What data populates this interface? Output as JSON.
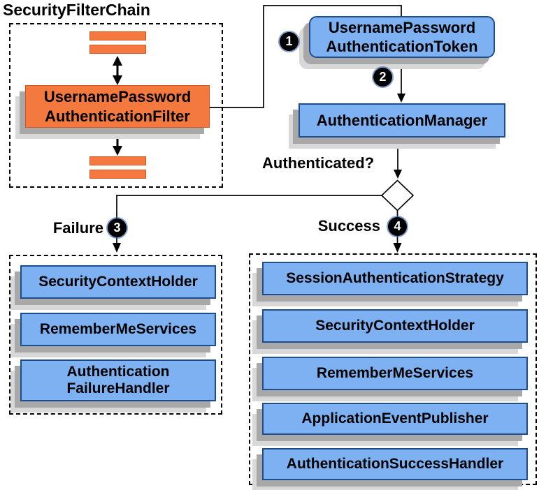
{
  "colors": {
    "blue_fill": "#7EB1F2",
    "blue_border": "#1D4C8F",
    "orange_fill": "#F4793F",
    "orange_border": "#D4531F",
    "shadow_dark": "#A8A8A8",
    "shadow_light": "#D8D8D8",
    "line": "#000000",
    "badge_bg": "#000000",
    "badge_text": "#FFFFFF"
  },
  "title": "SecurityFilterChain",
  "filter_chain": {
    "filter_node": "UsernamePassword\nAuthenticationFilter"
  },
  "token_node": "UsernamePassword\nAuthenticationToken",
  "manager_node": "AuthenticationManager",
  "question_label": "Authenticated?",
  "badges": {
    "step1": "1",
    "step2": "2"
  },
  "failure": {
    "label": "Failure",
    "badge": "3",
    "items": [
      "SecurityContextHolder",
      "RememberMeServices",
      "Authentication\nFailureHandler"
    ]
  },
  "success": {
    "label": "Success",
    "badge": "4",
    "items": [
      "SessionAuthenticationStrategy",
      "SecurityContextHolder",
      "RememberMeServices",
      "ApplicationEventPublisher",
      "AuthenticationSuccessHandler"
    ]
  }
}
